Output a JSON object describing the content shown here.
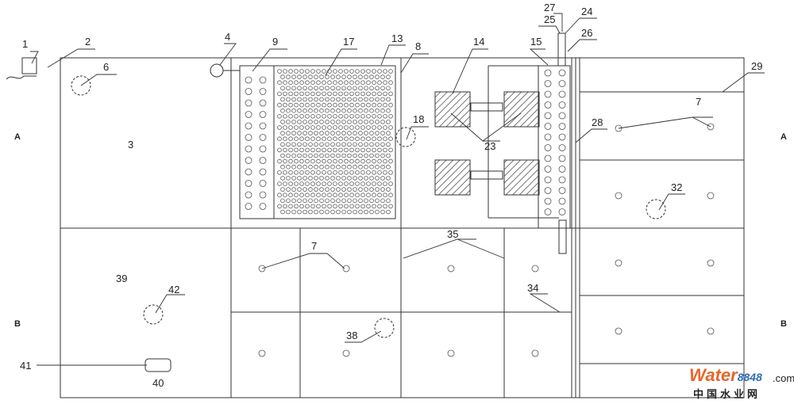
{
  "labels": {
    "l1": "1",
    "l2": "2",
    "l3": "3",
    "l4": "4",
    "l6": "6",
    "l7a": "7",
    "l7b": "7",
    "l8": "8",
    "l9": "9",
    "l13": "13",
    "l14": "14",
    "l15": "15",
    "l17": "17",
    "l18": "18",
    "l23": "23",
    "l24": "24",
    "l25": "25",
    "l26": "26",
    "l27": "27",
    "l28": "28",
    "l29": "29",
    "l32": "32",
    "l34": "34",
    "l35": "35",
    "l38": "38",
    "l39": "39",
    "l40": "40",
    "l41": "41",
    "l42": "42"
  },
  "section_marks": {
    "a_left": "A",
    "a_right": "A",
    "b_left": "B",
    "b_right": "B"
  },
  "watermark": {
    "brand_a": "Water",
    "brand_b": "8848",
    "domain": ".com",
    "subtitle": "中国水业网"
  },
  "colors": {
    "line": "#333333",
    "hatch": "#555555",
    "watermark_orange": "#e8662a",
    "watermark_blue": "#2f6db5",
    "watermark_red": "#e03a2a"
  }
}
